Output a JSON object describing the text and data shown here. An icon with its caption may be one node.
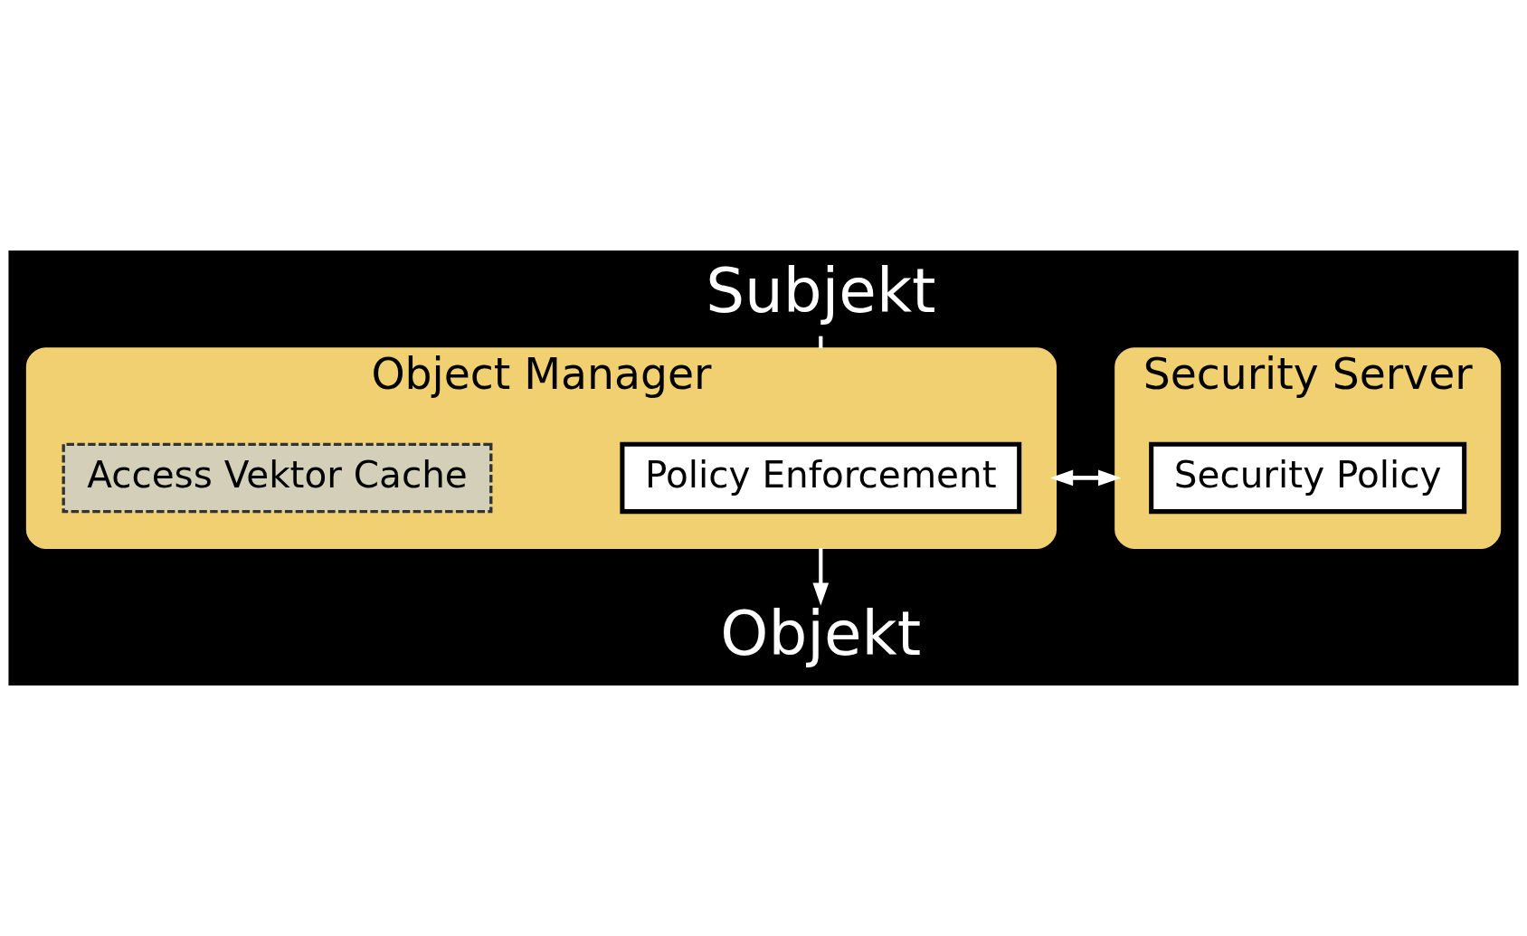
{
  "diagram": {
    "nodes": [
      {
        "text": [
          "Subjekt"
        ]
      },
      {
        "text": [
          "Object Manager"
        ]
      },
      {
        "text": [
          "Policy Enforcement"
        ],
        "in": 1
      },
      {
        "text": [
          "Access Vektor Cache"
        ],
        "in": 1
      },
      {
        "text": [
          "Security Server"
        ]
      },
      {
        "text": [
          "Security Policy"
        ],
        "in": 4
      },
      {
        "text": [
          "Objekt"
        ]
      }
    ],
    "edges": [
      {
        "from": 0,
        "to": 1,
        "arrow": "none"
      },
      {
        "from": 1,
        "to": 4,
        "arrow": "to"
      },
      {
        "from": 4,
        "to": 1,
        "arrow": "to"
      },
      {
        "from": 1,
        "to": 6,
        "arrow": "to"
      }
    ]
  }
}
